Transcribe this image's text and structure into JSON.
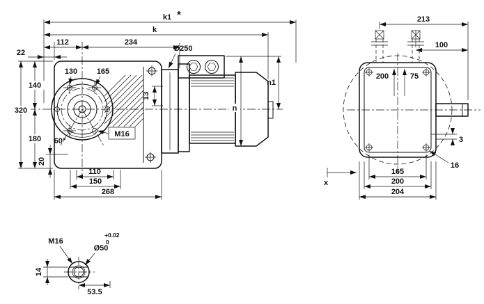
{
  "colors": {
    "ink": "#111111",
    "paper": "#ffffff"
  },
  "views": {
    "main": {
      "k1": "k1",
      "k1_note": "*",
      "k": "k",
      "d22": "22",
      "d112": "112",
      "d234": "234",
      "flange_dia": "Ø250",
      "d130": "130",
      "d165": "165",
      "d140": "140",
      "d320": "320",
      "d180": "180",
      "d13": "13",
      "thread": "M16",
      "angle": "60°",
      "n": "n",
      "n1": "n1",
      "d20": "20",
      "d110": "110",
      "d150": "150",
      "d268": "268"
    },
    "end": {
      "d213": "213",
      "d100": "100",
      "d200_holes": "200",
      "d75": "75",
      "d3": "3",
      "d16": "16",
      "d165": "165",
      "d200": "200",
      "d204": "204",
      "axis": "x"
    },
    "detail": {
      "thread": "M16",
      "d14": "14",
      "dia": "Ø50",
      "tol_plus": "+0.02",
      "tol_zero": "0",
      "d53_5": "53.5"
    }
  }
}
